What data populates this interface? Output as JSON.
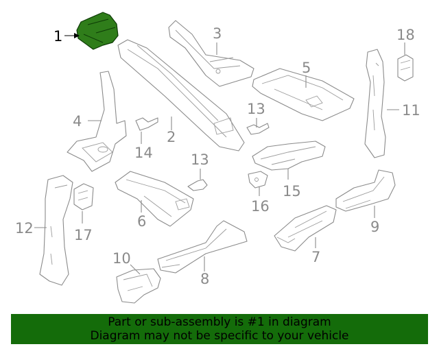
{
  "diagram": {
    "callouts": {
      "c1": "1",
      "c2": "2",
      "c3": "3",
      "c4": "4",
      "c5": "5",
      "c6": "6",
      "c7": "7",
      "c8": "8",
      "c9": "9",
      "c10": "10",
      "c11": "11",
      "c12": "12",
      "c13a": "13",
      "c13b": "13",
      "c14": "14",
      "c15": "15",
      "c16": "16",
      "c17": "17",
      "c18": "18"
    },
    "colors": {
      "highlight": "#2f7d1a",
      "banner": "#146c0a",
      "line": "#8a8a8a"
    }
  },
  "banner": {
    "line1": "Part or sub-assembly is #1 in diagram",
    "line2": "Diagram may not be specific to your vehicle"
  }
}
